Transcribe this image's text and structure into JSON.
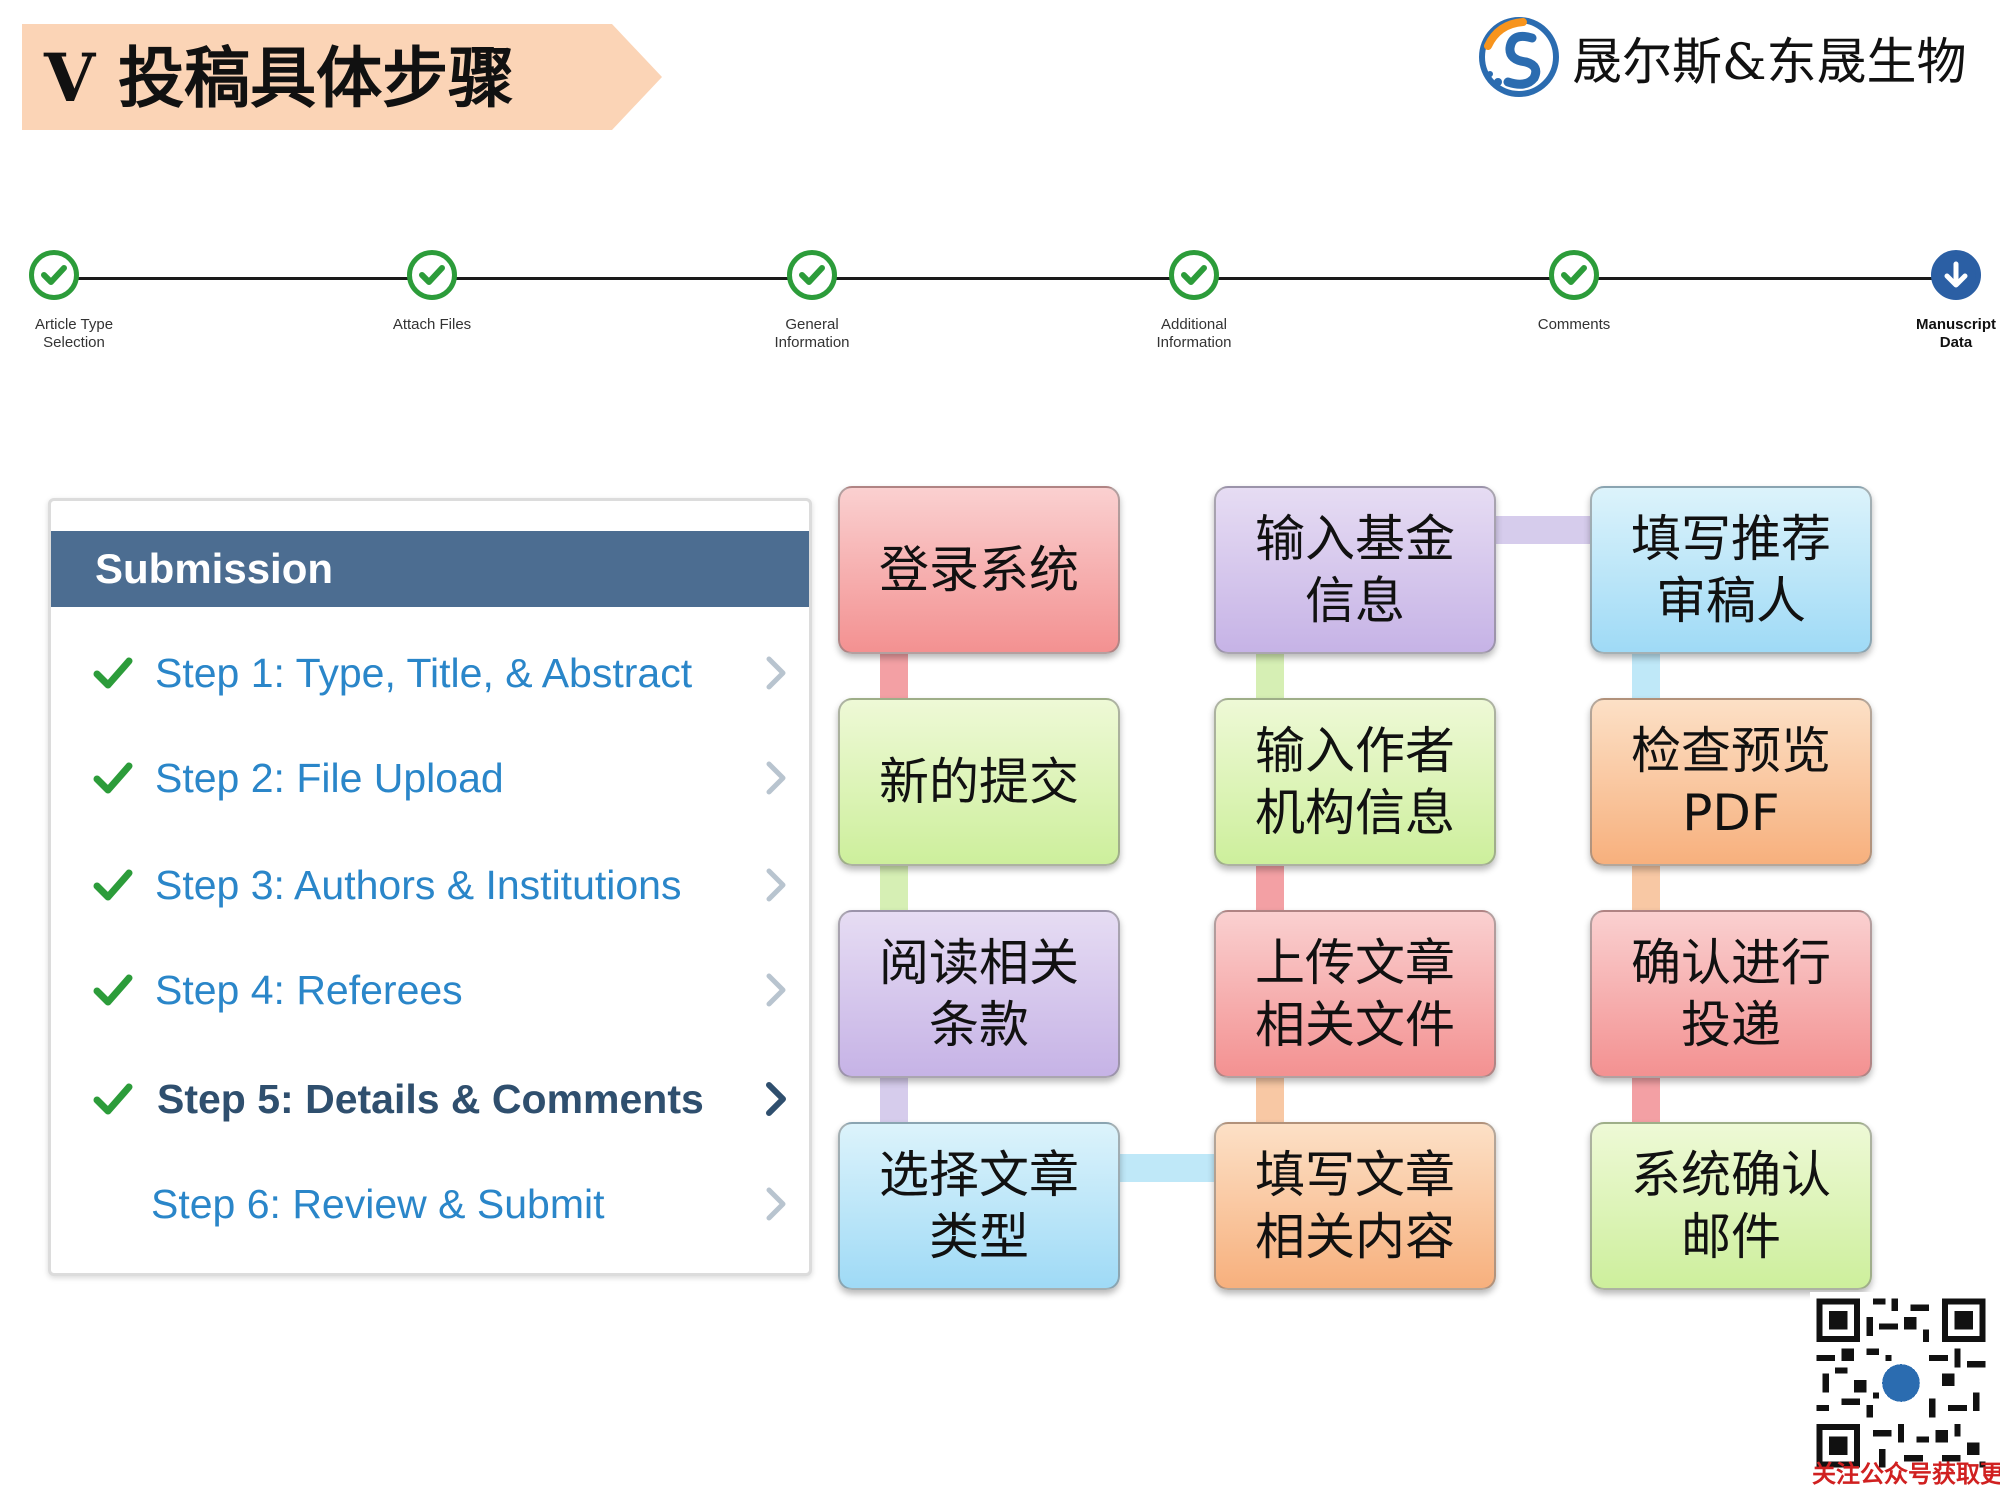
{
  "slide": {
    "title": "V 投稿具体步骤",
    "brand_name": "晟尔斯&东晟生物",
    "brand_color": "#2b6cb0",
    "accent_color": "#f7941d"
  },
  "tracker": {
    "steps": [
      {
        "label": "Article Type Selection",
        "state": "done"
      },
      {
        "label": "Attach Files",
        "state": "done"
      },
      {
        "label": "General Information",
        "state": "done"
      },
      {
        "label": "Additional Information",
        "state": "done"
      },
      {
        "label": "Comments",
        "state": "done"
      },
      {
        "label": "Manuscript Data",
        "state": "current"
      }
    ],
    "done_color": "#2c9c3a",
    "current_color": "#2b5fa4"
  },
  "submission": {
    "header": "Submission",
    "steps": [
      {
        "label": "Step 1: Type, Title, & Abstract",
        "checked": true
      },
      {
        "label": "Step 2: File Upload",
        "checked": true
      },
      {
        "label": "Step 3: Authors & Institutions",
        "checked": true
      },
      {
        "label": "Step 4: Referees",
        "checked": true
      },
      {
        "label": "Step 5: Details & Comments",
        "checked": true
      },
      {
        "label": "Step 6: Review & Submit",
        "checked": false
      }
    ],
    "header_color": "#4c6d91",
    "link_color": "#2a86c9"
  },
  "flow": {
    "boxes": [
      {
        "text": "登录系统",
        "color": "red"
      },
      {
        "text": "新的提交",
        "color": "green"
      },
      {
        "text": "阅读相关条款",
        "color": "purple"
      },
      {
        "text": "选择文章类型",
        "color": "blue"
      },
      {
        "text": "填写文章相关内容",
        "color": "orange"
      },
      {
        "text": "上传文章相关文件",
        "color": "red"
      },
      {
        "text": "输入作者机构信息",
        "color": "green"
      },
      {
        "text": "输入基金信息",
        "color": "purple"
      },
      {
        "text": "填写推荐审稿人",
        "color": "blue"
      },
      {
        "text": "检查预览PDF",
        "color": "orange"
      },
      {
        "text": "确认进行投递",
        "color": "red"
      },
      {
        "text": "系统确认邮件",
        "color": "green"
      }
    ]
  },
  "qr": {
    "caption": "关注公众号获取更多资讯"
  }
}
